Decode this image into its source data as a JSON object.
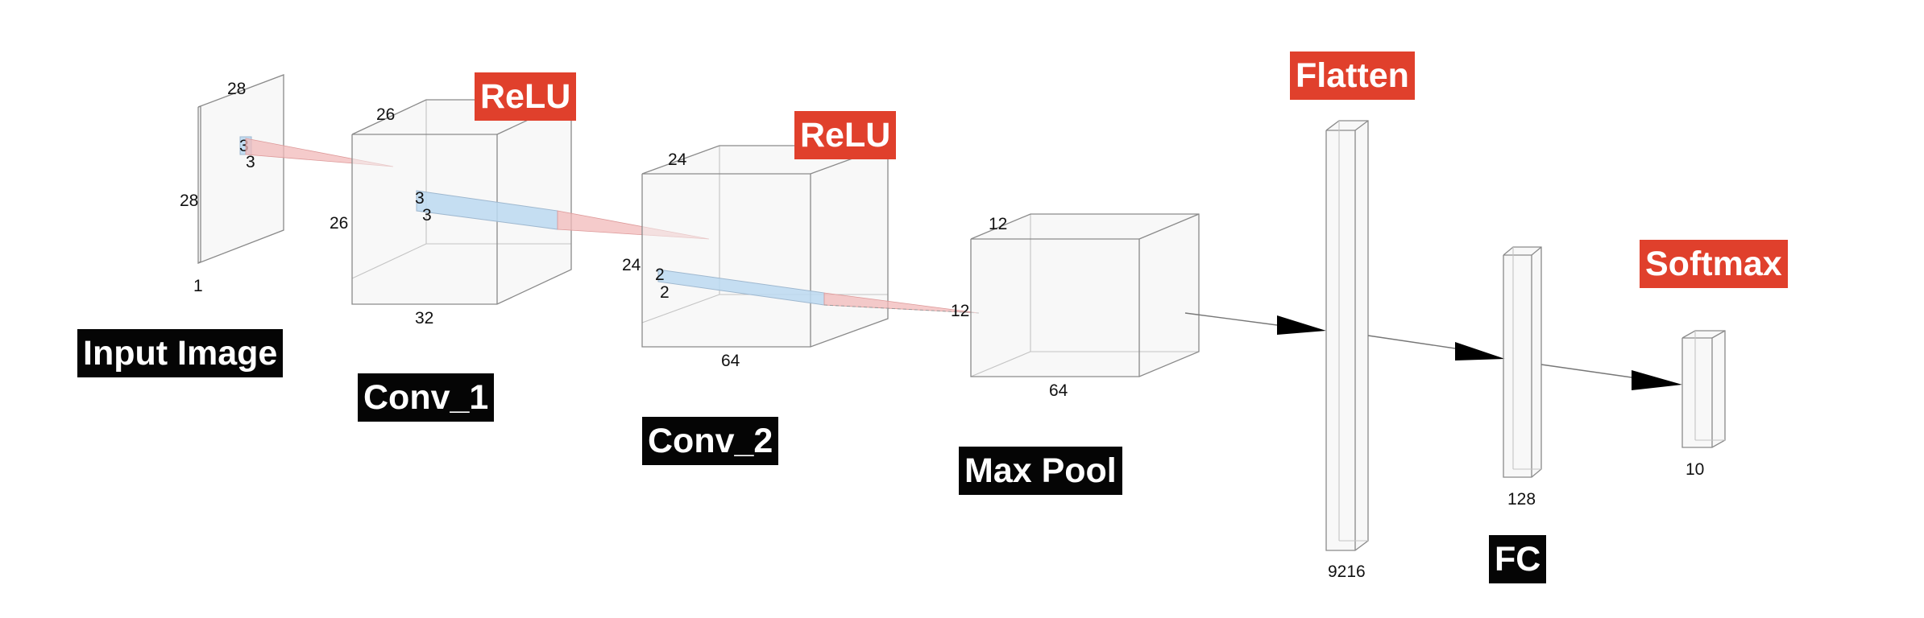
{
  "colors": {
    "label_black": "#050505",
    "label_red": "#e0402c",
    "kernel_red": "#f2b9b9",
    "kernel_blue": "#bcd9f1",
    "box_edge": "#8a8a8a"
  },
  "layers": {
    "input": {
      "label": "Input Image",
      "height": "28",
      "width": "28",
      "depth": "1",
      "kernel_h": "3",
      "kernel_w": "3"
    },
    "conv1": {
      "label": "Conv_1",
      "activation": "ReLU",
      "height": "26",
      "width": "26",
      "depth": "32",
      "kernel_h": "3",
      "kernel_w": "3"
    },
    "conv2": {
      "label": "Conv_2",
      "activation": "ReLU",
      "height": "24",
      "width": "24",
      "depth": "64",
      "kernel_h": "2",
      "kernel_w": "2"
    },
    "maxpool": {
      "label": "Max Pool",
      "height": "12",
      "width": "12",
      "depth": "64"
    },
    "flatten": {
      "label": "Flatten",
      "size": "9216"
    },
    "fc": {
      "label": "FC",
      "size": "128"
    },
    "softmax": {
      "label": "Softmax",
      "size": "10"
    }
  }
}
